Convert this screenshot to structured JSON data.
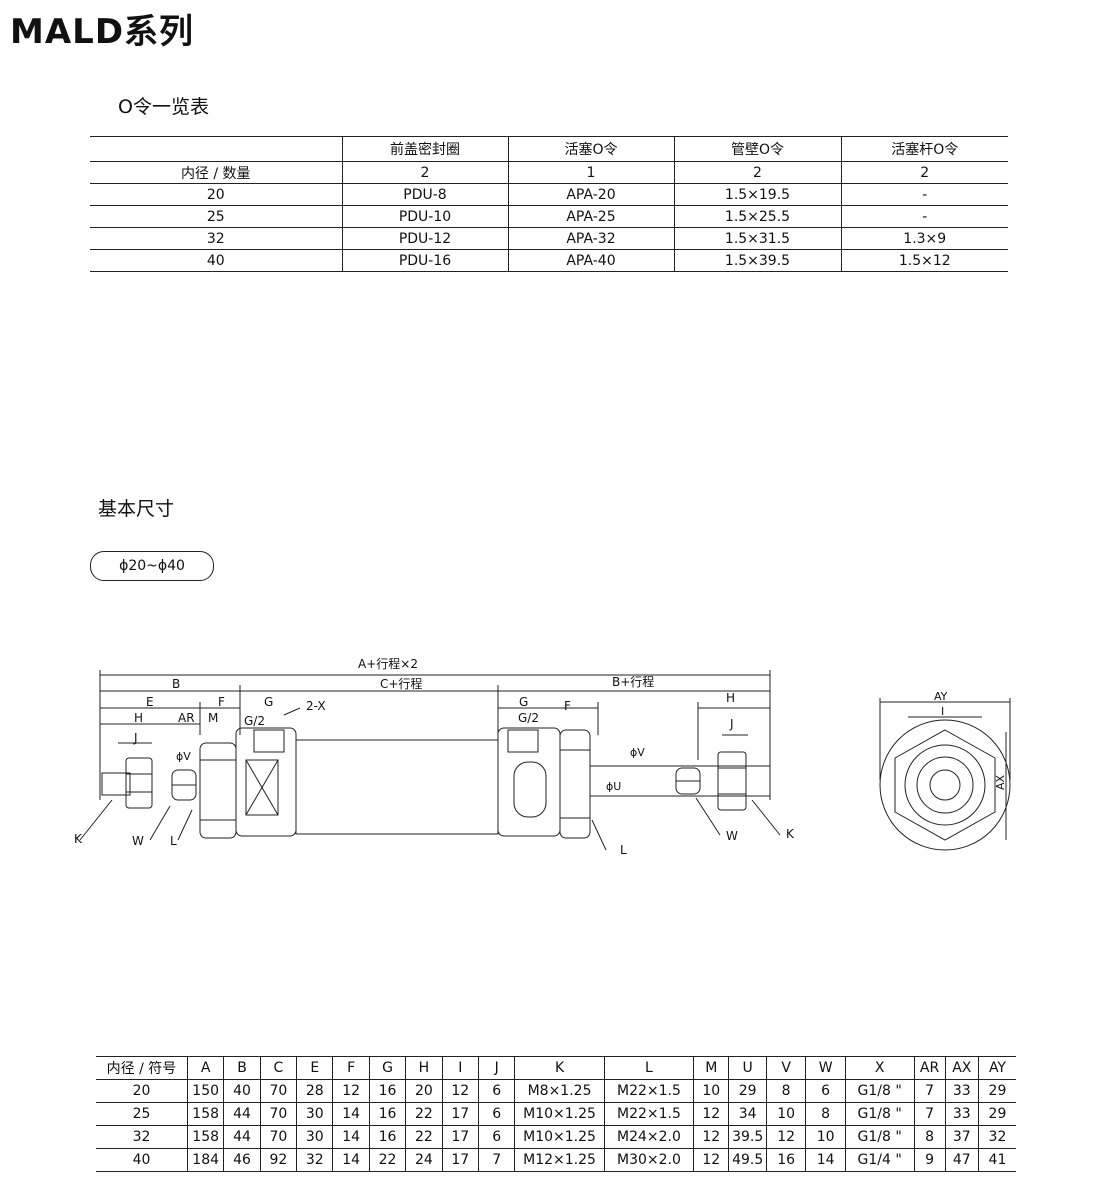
{
  "title": "MALD系列",
  "oring_section": {
    "heading": "O令一览表",
    "columns": [
      "前盖密封圈",
      "活塞O令",
      "管壁O令",
      "活塞杆O令"
    ],
    "qty_label": "内径 / 数量",
    "qty": [
      "2",
      "1",
      "2",
      "2"
    ],
    "rows": [
      {
        "bore": "20",
        "cells": [
          "PDU-8",
          "APA-20",
          "1.5×19.5",
          "-"
        ]
      },
      {
        "bore": "25",
        "cells": [
          "PDU-10",
          "APA-25",
          "1.5×25.5",
          "-"
        ]
      },
      {
        "bore": "32",
        "cells": [
          "PDU-12",
          "APA-32",
          "1.5×31.5",
          "1.3×9"
        ]
      },
      {
        "bore": "40",
        "cells": [
          "PDU-16",
          "APA-40",
          "1.5×39.5",
          "1.5×12"
        ]
      }
    ]
  },
  "dims_section": {
    "heading": "基本尺寸",
    "range_label": "ϕ20~ϕ40"
  },
  "drawing_labels": {
    "a_stroke": "A+行程×2",
    "b": "B",
    "c_stroke": "C+行程",
    "b_stroke": "B+行程",
    "e": "E",
    "f": "F",
    "g": "G",
    "two_x": "2-X",
    "h": "H",
    "ar": "AR",
    "m": "M",
    "g_half": "G/2",
    "j": "J",
    "phi_v": "ϕV",
    "phi_u": "ϕU",
    "k": "K",
    "w": "W",
    "l": "L",
    "ay": "AY",
    "i": "I",
    "ax": "AX"
  },
  "dim_table": {
    "headers": [
      "内径 / 符号",
      "A",
      "B",
      "C",
      "E",
      "F",
      "G",
      "H",
      "I",
      "J",
      "K",
      "L",
      "M",
      "U",
      "V",
      "W",
      "X",
      "AR",
      "AX",
      "AY"
    ],
    "rows": [
      [
        "20",
        "150",
        "40",
        "70",
        "28",
        "12",
        "16",
        "20",
        "12",
        "6",
        "M8×1.25",
        "M22×1.5",
        "10",
        "29",
        "8",
        "6",
        "G1/8 \"",
        "7",
        "33",
        "29"
      ],
      [
        "25",
        "158",
        "44",
        "70",
        "30",
        "14",
        "16",
        "22",
        "17",
        "6",
        "M10×1.25",
        "M22×1.5",
        "12",
        "34",
        "10",
        "8",
        "G1/8 \"",
        "7",
        "33",
        "29"
      ],
      [
        "32",
        "158",
        "44",
        "70",
        "30",
        "14",
        "16",
        "22",
        "17",
        "6",
        "M10×1.25",
        "M24×2.0",
        "12",
        "39.5",
        "12",
        "10",
        "G1/8 \"",
        "8",
        "37",
        "32"
      ],
      [
        "40",
        "184",
        "46",
        "92",
        "32",
        "14",
        "22",
        "24",
        "17",
        "7",
        "M12×1.25",
        "M30×2.0",
        "12",
        "49.5",
        "16",
        "14",
        "G1/4 \"",
        "9",
        "47",
        "41"
      ]
    ]
  }
}
